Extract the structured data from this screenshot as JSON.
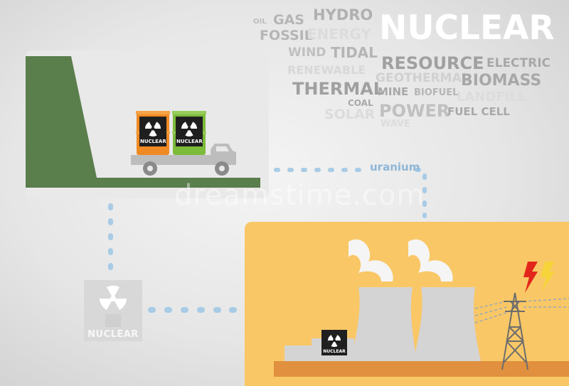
{
  "wordcloud": {
    "title": "NUCLEAR",
    "oil": "OIL",
    "gas": "GAS",
    "hydro": "HYDRO",
    "fossil": "FOSSIL",
    "energy": "ENERGY",
    "wind": "WIND",
    "tidal": "TIDAL",
    "resource": "RESOURCE",
    "electric": "ELECTRIC",
    "renewable": "RENEWABLE",
    "geothermal": "GEOTHERMAL",
    "biomass": "BIOMASS",
    "thermal": "THERMAL",
    "mine": "MINE",
    "biofuel": "BIOFUEL",
    "landfill": "LANDFILL",
    "coal": "COAL",
    "solar": "SOLAR",
    "power": "POWER",
    "fuel_cell": "FUEL CELL",
    "wave": "WAVE"
  },
  "barrels": {
    "orange_label": "NUCLEAR",
    "green_label": "NUCLEAR"
  },
  "flow": {
    "uranium_label": "uranium"
  },
  "station": {
    "label": "NUCLEAR"
  },
  "plant": {
    "box_label": "NUCLEAR"
  },
  "watermark": "dreamstime.com",
  "colors": {
    "hill": "#5b7e4d",
    "panel_yellow": "#f9c766",
    "ground": "#e0903e",
    "barrel_orange": "#f08a24",
    "barrel_green": "#7dbb3a",
    "dots": "#a8cbe6",
    "tower": "#d4d4d4",
    "truck": "#bdbdbd"
  }
}
